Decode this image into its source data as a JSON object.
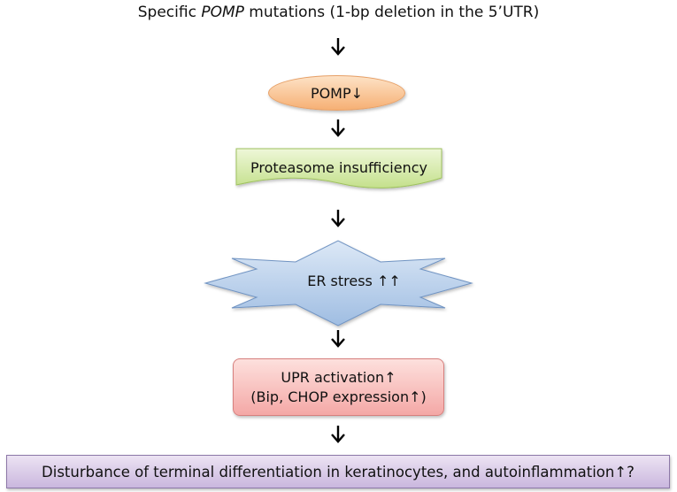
{
  "title": {
    "prefix": "Specific ",
    "gene": "POMP",
    "suffix": " mutations (1-bp deletion in the 5’UTR)"
  },
  "nodes": {
    "pomp": "POMP↓",
    "proteasome": "Proteasome insufficiency",
    "er_stress": "ER stress ↑↑",
    "upr_line1": "UPR activation↑",
    "upr_line2": "(Bip, CHOP expression↑)",
    "disturbance": "Disturbance of terminal differentiation in keratinocytes, and autoinflammation↑?"
  },
  "colors": {
    "pomp_fill": "#f6b074",
    "proteasome_fill": "#d4eaa6",
    "er_stress_fill": "#a9c6e6",
    "upr_fill": "#f4a8a6",
    "disturbance_fill": "#cab7de",
    "arrow": "#000000"
  }
}
